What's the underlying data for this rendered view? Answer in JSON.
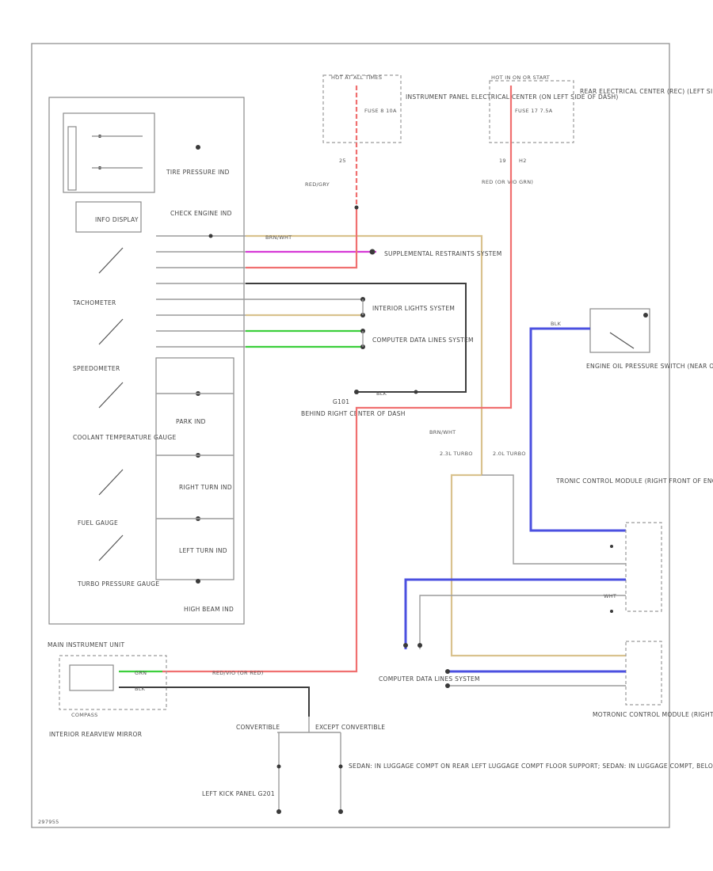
{
  "diagram": {
    "figure_id": "297955",
    "labels": {
      "hot_at_all_times": "HOT AT ALL TIMES",
      "fuse_ip": "FUSE 8 10A",
      "ip_center": "INSTRUMENT PANEL ELECTRICAL CENTER (ON LEFT SIDE OF DASH)",
      "hot_in_run": "HOT IN ON OR START",
      "fuse_rear": "FUSE 17 7.5A",
      "rear_center": "REAR ELECTRICAL CENTER (REC) (LEFT SIDE OF LUGGAGE COMPT)",
      "pin_25": "25",
      "pin_19": "19",
      "pin_h2": "H2",
      "red_gry": "RED/GRY",
      "red_grn": "RED (OR VIO GRN)",
      "tpms": "TIRE PRESSURE IND",
      "check_engine": "CHECK ENGINE IND",
      "info_display": "INFO DISPLAY",
      "tachometer": "TACHOMETER",
      "speedometer": "SPEEDOMETER",
      "coolant": "COOLANT TEMPERATURE GAUGE",
      "fuel_gauge": "FUEL GAUGE",
      "turbo": "TURBO PRESSURE GAUGE",
      "park_ind": "PARK IND",
      "right_turn": "RIGHT TURN IND",
      "left_turn": "LEFT TURN IND",
      "high_beam": "HIGH BEAM IND",
      "main_unit": "MAIN INSTRUMENT UNIT",
      "srs": "SUPPLEMENTAL RESTRAINTS SYSTEM",
      "interior_lights": "INTERIOR LIGHTS SYSTEM",
      "computer_data": "COMPUTER DATA LINES SYSTEM",
      "g101": "G101",
      "g101_loc": "BEHIND RIGHT CENTER OF DASH",
      "blk": "BLK",
      "brn_wht": "BRN/WHT",
      "turbo_23": "2.3L TURBO",
      "turbo_20": "2.0L TURBO",
      "oil_switch": "ENGINE OIL PRESSURE SWITCH (NEAR OIL FILTER)",
      "tcm": "TRONIC CONTROL MODULE (RIGHT FRONT OF ENGINE COMPT)",
      "blk_oil": "BLK",
      "wht": "WHT",
      "computer_data2": "COMPUTER DATA LINES SYSTEM",
      "motronic": "MOTRONIC CONTROL MODULE (RIGHT REAR OF ENGINE COMPT)",
      "mirror": "INTERIOR REARVIEW MIRROR",
      "compass": "COMPASS",
      "red_vio": "RED/VIO (OR RED)",
      "grn": "GRN",
      "convertible": "CONVERTIBLE",
      "except_conv": "EXCEPT CONVERTIBLE",
      "g_left_kick": "LEFT KICK PANEL G201",
      "g_sedan": "SEDAN: IN LUGGAGE COMPT ON REAR LEFT LUGGAGE COMPT FLOOR SUPPORT; SEDAN: IN LUGGAGE COMPT, BELOW LEFT TAILLIGHT"
    }
  }
}
